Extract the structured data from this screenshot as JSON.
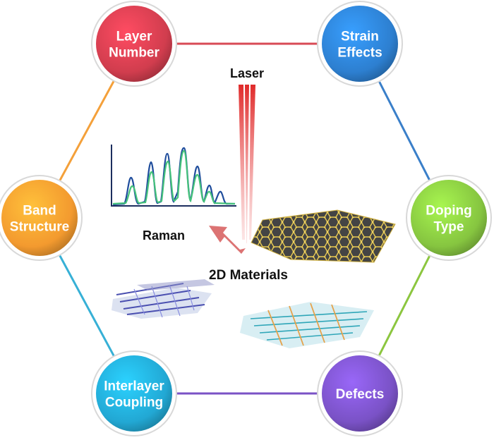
{
  "diagram": {
    "center": {
      "laser_label": "Laser",
      "raman_label": "Raman",
      "materials_label": "2D Materials"
    },
    "nodes": [
      {
        "id": "layer-number",
        "lines": [
          "Layer",
          "Number"
        ],
        "color": "#d13d4e"
      },
      {
        "id": "strain-effects",
        "lines": [
          "Strain",
          "Effects"
        ],
        "color": "#2d7fd0"
      },
      {
        "id": "doping-type",
        "lines": [
          "Doping",
          "Type"
        ],
        "color": "#86c540"
      },
      {
        "id": "defects",
        "lines": [
          "Defects"
        ],
        "color": "#7a52c6"
      },
      {
        "id": "interlayer-coupling",
        "lines": [
          "Interlayer",
          "Coupling"
        ],
        "color": "#22a8d4"
      },
      {
        "id": "band-structure",
        "lines": [
          "Band",
          "Structure"
        ],
        "color": "#f39a2f"
      }
    ],
    "edges": [
      {
        "from": "layer-number",
        "to": "strain-effects",
        "color": "#d84a55"
      },
      {
        "from": "strain-effects",
        "to": "doping-type",
        "color": "#3a7fc9"
      },
      {
        "from": "doping-type",
        "to": "defects",
        "color": "#8cc63f"
      },
      {
        "from": "defects",
        "to": "interlayer-coupling",
        "color": "#7a52c6"
      },
      {
        "from": "interlayer-coupling",
        "to": "band-structure",
        "color": "#37b0d6"
      },
      {
        "from": "band-structure",
        "to": "layer-number",
        "color": "#f4a03a"
      }
    ]
  }
}
